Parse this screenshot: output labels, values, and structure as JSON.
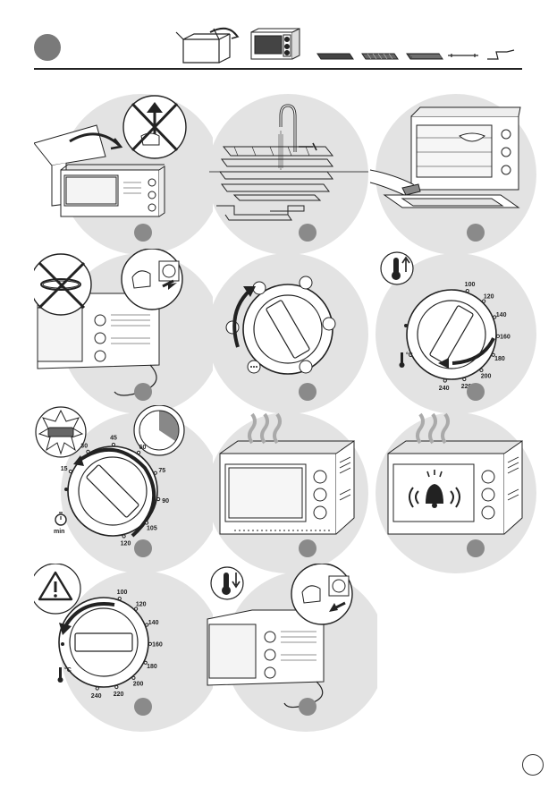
{
  "colors": {
    "panel_bg": "#e3e3e3",
    "step_marker": "#8a8a8a",
    "line": "#222222",
    "header_marker": "#7a7a7a"
  },
  "header": {
    "icons": [
      "box-icon",
      "oven-icon",
      "baking-tray-icon",
      "wire-rack-icon",
      "crumb-tray-icon",
      "skewer-icon",
      "handle-icon"
    ]
  },
  "panels": {
    "p1": {
      "icons": [
        "unpack-box-icon",
        "do-not-lift-icon",
        "oven-icon"
      ]
    },
    "p2": {
      "icons": [
        "tap-icon",
        "wash-racks-icon"
      ]
    },
    "p3": {
      "icons": [
        "open-oven-icon",
        "wipe-icon"
      ]
    },
    "p4": {
      "icons": [
        "no-extension-cord-icon",
        "plug-in-icon",
        "oven-icon"
      ]
    },
    "p5": {
      "icons": [
        "function-selector-icon",
        "rotate-arrow-icon"
      ]
    },
    "p6": {
      "icons": [
        "thermometer-up-icon",
        "temperature-dial-icon"
      ],
      "ticks": [
        "100",
        "120",
        "140",
        "160",
        "180",
        "200",
        "220",
        "240"
      ]
    },
    "p7": {
      "icons": [
        "indicator-light-icon",
        "clock-icon",
        "timer-dial-icon",
        "stopwatch-icon"
      ],
      "ticks": [
        "15",
        "30",
        "45",
        "60",
        "75",
        "90",
        "105",
        "120"
      ],
      "unit": "min"
    },
    "p8": {
      "icons": [
        "heating-oven-icon",
        "steam-icon"
      ]
    },
    "p9": {
      "icons": [
        "bell-oven-icon",
        "bell-icon"
      ]
    },
    "p10": {
      "icons": [
        "warning-icon",
        "temperature-dial-icon"
      ],
      "ticks": [
        "100",
        "120",
        "140",
        "160",
        "180",
        "200",
        "220",
        "240"
      ]
    },
    "p11": {
      "icons": [
        "thermometer-down-icon",
        "unplug-icon",
        "oven-icon"
      ]
    }
  },
  "temp_unit": "°C"
}
